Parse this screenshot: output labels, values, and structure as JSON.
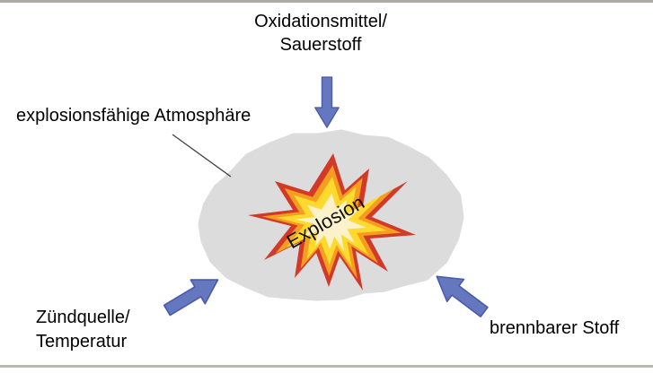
{
  "diagram": {
    "oxidizer": {
      "line1": "Oxidationsmittel/",
      "line2": "Sauerstoff"
    },
    "atmosphere_label": "explosionsfähige Atmosphäre",
    "ignition": {
      "line1": "Zündquelle/",
      "line2": "Temperatur"
    },
    "fuel_label": "brennbarer Stoff",
    "explosion_label": "Explosion",
    "icons": {
      "down_arrow": "down-arrow",
      "up_right_arrow": "up-right-arrow",
      "up_left_arrow": "up-left-arrow"
    },
    "colors": {
      "arrow_fill": "#6577be",
      "arrow_stroke": "#4a5aac",
      "cloud_gray": "#dcdcdc",
      "burst_red": "#d13a28",
      "burst_orange": "#f59d20",
      "burst_yellow": "#ffd92e",
      "burst_center": "#fbf2cc",
      "border_line": "#acaca4",
      "text": "#000000"
    }
  }
}
